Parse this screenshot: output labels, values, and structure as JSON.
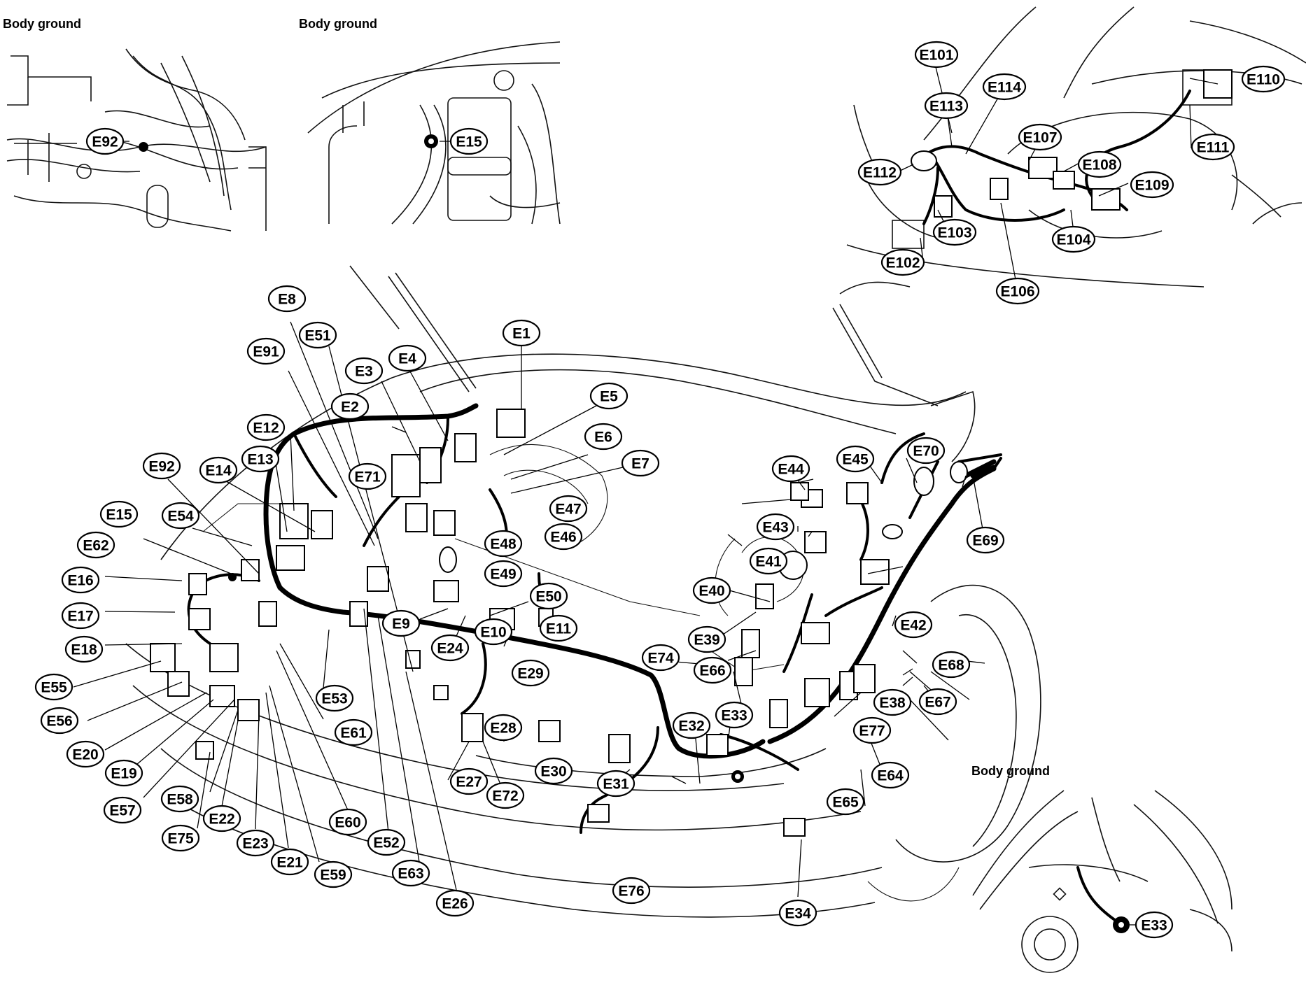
{
  "captions": {
    "inset1": "Body ground",
    "inset2": "Body ground",
    "inset3": "Body ground"
  },
  "connectors": [
    "E1",
    "E2",
    "E3",
    "E4",
    "E5",
    "E6",
    "E7",
    "E8",
    "E9",
    "E10",
    "E11",
    "E12",
    "E13",
    "E14",
    "E15",
    "E16",
    "E17",
    "E18",
    "E19",
    "E20",
    "E21",
    "E22",
    "E23",
    "E24",
    "E26",
    "E27",
    "E28",
    "E29",
    "E30",
    "E31",
    "E32",
    "E33",
    "E34",
    "E38",
    "E39",
    "E40",
    "E41",
    "E42",
    "E43",
    "E44",
    "E45",
    "E46",
    "E47",
    "E48",
    "E49",
    "E50",
    "E51",
    "E52",
    "E53",
    "E54",
    "E55",
    "E56",
    "E57",
    "E58",
    "E59",
    "E60",
    "E61",
    "E62",
    "E63",
    "E64",
    "E65",
    "E66",
    "E67",
    "E68",
    "E69",
    "E70",
    "E71",
    "E72",
    "E74",
    "E75",
    "E76",
    "E77",
    "E91",
    "E92",
    "E101",
    "E102",
    "E103",
    "E104",
    "E106",
    "E107",
    "E108",
    "E109",
    "E110",
    "E111",
    "E112",
    "E113",
    "E114"
  ],
  "inset_labels": {
    "inset1_ground": "E92",
    "inset2_ground": "E15",
    "inset3_ground": "E33"
  }
}
